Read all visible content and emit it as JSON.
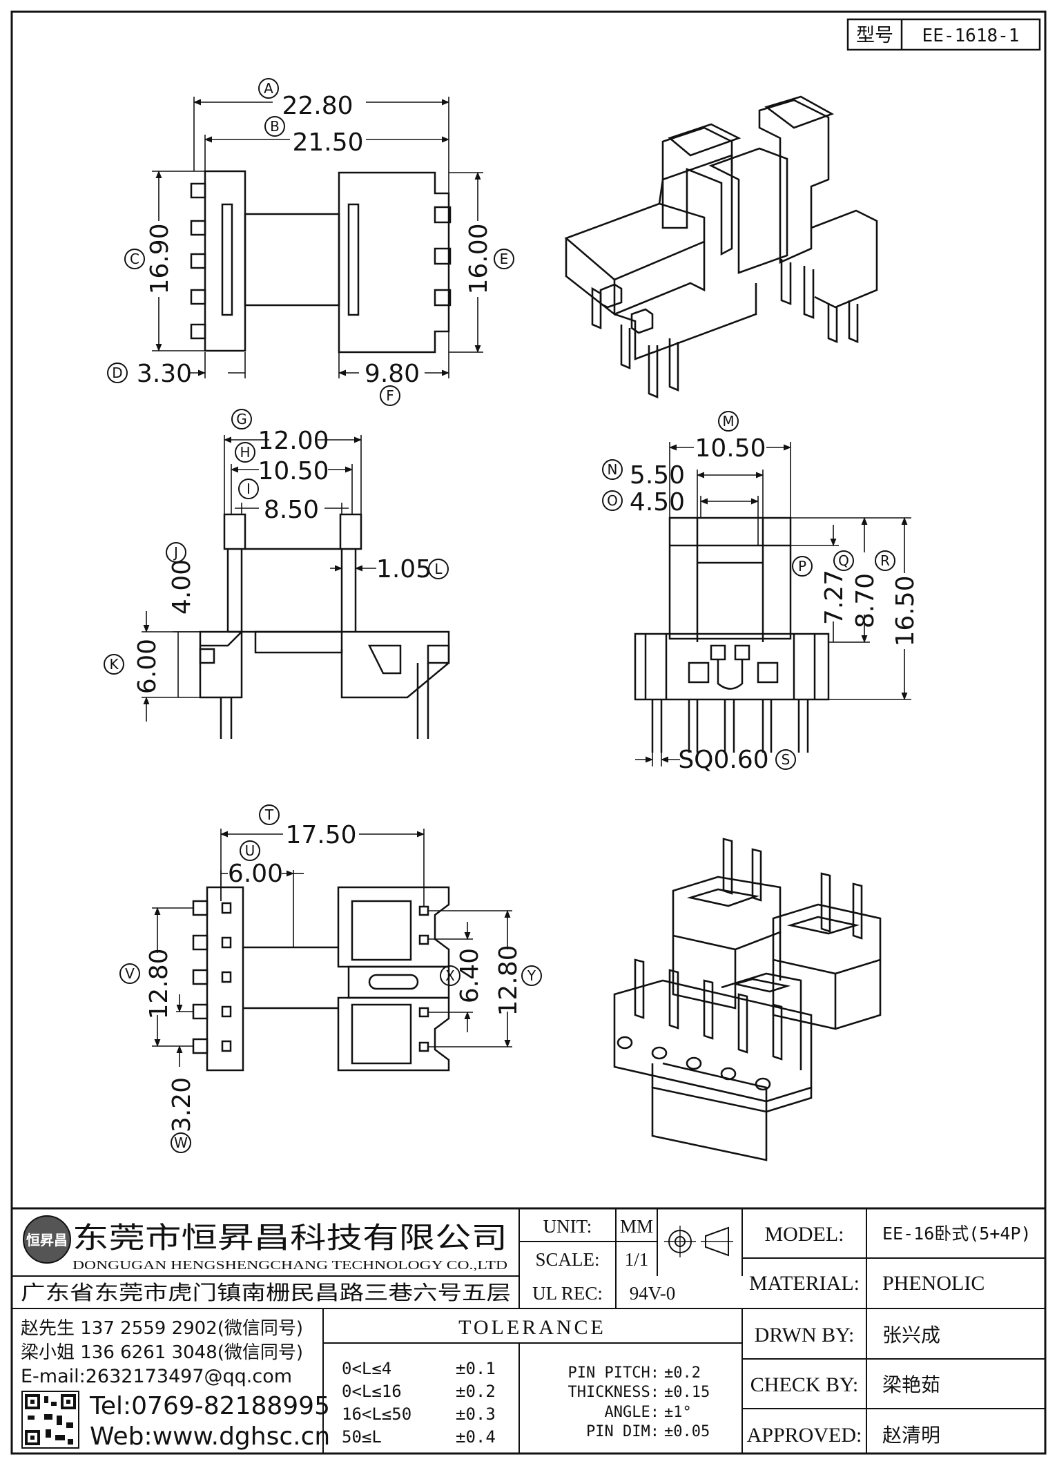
{
  "header": {
    "model_label": "型号",
    "model_value": "EE-1618-1"
  },
  "top_view": {
    "dim_a": {
      "letter": "A",
      "value": "22.80"
    },
    "dim_b": {
      "letter": "B",
      "value": "21.50"
    },
    "dim_c": {
      "letter": "C",
      "value": "16.90"
    },
    "dim_d": {
      "letter": "D",
      "value": "3.30"
    },
    "dim_e": {
      "letter": "E",
      "value": "16.00"
    },
    "dim_f": {
      "letter": "F",
      "value": "9.80"
    }
  },
  "side_view": {
    "dim_g": {
      "letter": "G",
      "value": "12.00"
    },
    "dim_h": {
      "letter": "H",
      "value": "10.50"
    },
    "dim_i": {
      "letter": "I",
      "value": "8.50"
    },
    "dim_j": {
      "letter": "J",
      "value": "4.00"
    },
    "dim_k": {
      "letter": "K",
      "value": "6.00"
    },
    "dim_l": {
      "letter": "L",
      "value": "1.05"
    }
  },
  "front_view": {
    "dim_m": {
      "letter": "M",
      "value": "10.50"
    },
    "dim_n": {
      "letter": "N",
      "value": "5.50"
    },
    "dim_o": {
      "letter": "O",
      "value": "4.50"
    },
    "dim_p": {
      "letter": "P",
      "value": "7.27"
    },
    "dim_q": {
      "letter": "Q",
      "value": "8.70"
    },
    "dim_r": {
      "letter": "R",
      "value": "16.50"
    },
    "dim_s": {
      "letter": "S",
      "value": "SQ0.60"
    }
  },
  "bottom_view": {
    "dim_t": {
      "letter": "T",
      "value": "17.50"
    },
    "dim_u": {
      "letter": "U",
      "value": "6.00"
    },
    "dim_v": {
      "letter": "V",
      "value": "12.80"
    },
    "dim_w": {
      "letter": "W",
      "value": "3.20"
    },
    "dim_x": {
      "letter": "X",
      "value": "6.40"
    },
    "dim_y": {
      "letter": "Y",
      "value": "12.80"
    }
  },
  "company": {
    "logo_text": "恒昇昌",
    "name_cn": "东莞市恒昇昌科技有限公司",
    "name_en": "DONGUGAN HENGSHENGCHANG TECHNOLOGY CO.,LTD",
    "address": "广东省东莞市虎门镇南栅民昌路三巷六号五层",
    "contacts": [
      "赵先生 137 2559 2902(微信同号)",
      "梁小姐 136 6261 3048(微信同号)",
      "E-mail:2632173497@qq.com"
    ],
    "tel": "Tel:0769-82188995",
    "web": "Web:www.dghsc.cn"
  },
  "spec": {
    "unit_label": "UNIT:",
    "unit_value": "MM",
    "scale_label": "SCALE:",
    "scale_value": "1/1",
    "ul_label": "UL REC:",
    "ul_value": "94V-0"
  },
  "tolerance": {
    "title": "TOLERANCE",
    "ranges": [
      {
        "range": "0<L≤4",
        "value": "±0.1"
      },
      {
        "range": "0<L≤16",
        "value": "±0.2"
      },
      {
        "range": "16<L≤50",
        "value": "±0.3"
      },
      {
        "range": "50≤L",
        "value": "±0.4"
      }
    ],
    "others": [
      {
        "label": "PIN PITCH:",
        "value": "±0.2"
      },
      {
        "label": "THICKNESS:",
        "value": "±0.15"
      },
      {
        "label": "ANGLE:",
        "value": "±1°"
      },
      {
        "label": "PIN DIM:",
        "value": "±0.05"
      }
    ]
  },
  "info": {
    "model_label": "MODEL:",
    "model_value": "EE-16卧式(5+4P)",
    "material_label": "MATERIAL:",
    "material_value": "PHENOLIC",
    "drawn_label": "DRWN BY:",
    "drawn_value": "张兴成",
    "check_label": "CHECK BY:",
    "check_value": "梁艳茹",
    "approved_label": "APPROVED:",
    "approved_value": "赵清明"
  }
}
